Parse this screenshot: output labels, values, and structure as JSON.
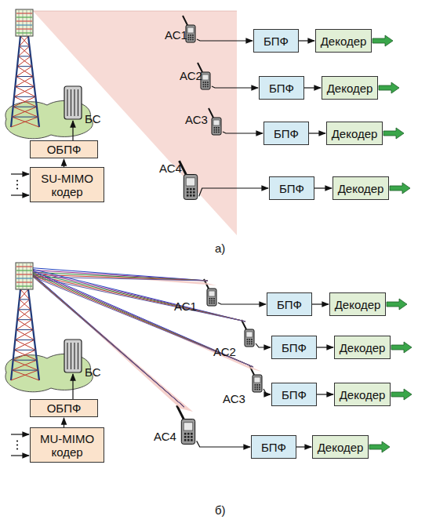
{
  "diagram": {
    "nodes": [
      {
        "text": [
          "ОБПФ"
        ]
      },
      {
        "text": [
          "SU-MIMO кодер"
        ]
      },
      {
        "text": [
          "БПФ"
        ]
      },
      {
        "text": [
          "Декодер"
        ]
      },
      {
        "text": [
          "БПФ"
        ]
      },
      {
        "text": [
          "Декодер"
        ]
      },
      {
        "text": [
          "БПФ"
        ]
      },
      {
        "text": [
          "Декодер"
        ]
      },
      {
        "text": [
          "БПФ"
        ]
      },
      {
        "text": [
          "Декодер"
        ]
      },
      {
        "text": [
          "ОБПФ"
        ]
      },
      {
        "text": [
          "MU-MIMO кодер"
        ]
      },
      {
        "text": [
          "БПФ"
        ]
      },
      {
        "text": [
          "Декодер"
        ]
      },
      {
        "text": [
          "БПФ"
        ]
      },
      {
        "text": [
          "Декодер"
        ]
      },
      {
        "text": [
          "БПФ"
        ]
      },
      {
        "text": [
          "Декодер"
        ]
      },
      {
        "text": [
          "БПФ"
        ]
      },
      {
        "text": [
          "Декодер"
        ]
      }
    ],
    "edges": [
      {
        "from": 1,
        "to": 0,
        "arrow": "to"
      },
      {
        "from": 2,
        "to": 3,
        "arrow": "to"
      },
      {
        "from": 4,
        "to": 5,
        "arrow": "to"
      },
      {
        "from": 6,
        "to": 7,
        "arrow": "to"
      },
      {
        "from": 8,
        "to": 9,
        "arrow": "to"
      },
      {
        "from": 11,
        "to": 10,
        "arrow": "to"
      },
      {
        "from": 12,
        "to": 13,
        "arrow": "to"
      },
      {
        "from": 14,
        "to": 15,
        "arrow": "to"
      },
      {
        "from": 16,
        "to": 17,
        "arrow": "to"
      },
      {
        "from": 18,
        "to": 19,
        "arrow": "to"
      }
    ],
    "labels": [
      "АС1",
      "АС2",
      "АС3",
      "АС4",
      "БС",
      "а)",
      "АС1",
      "АС2",
      "АС3",
      "АС4",
      "БС",
      "б)"
    ]
  }
}
